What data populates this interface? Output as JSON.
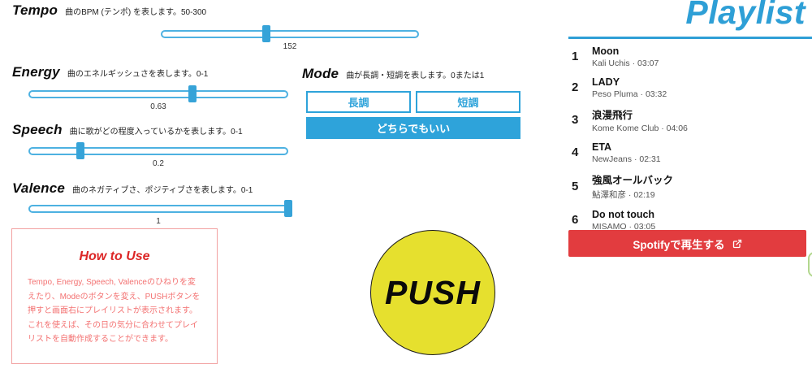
{
  "colors": {
    "accent_blue": "#2ea3da",
    "playlist_blue": "#2e9fd6",
    "spotify_red": "#e23c3f",
    "push_yellow": "#e6e02e",
    "howto_red": "#dc2626"
  },
  "sliders": [
    {
      "name": "Tempo",
      "description": "曲のBPM (テンポ) を表します。50-300",
      "value": "152",
      "min": 50,
      "max": 300
    },
    {
      "name": "Energy",
      "description": "曲のエネルギッシュさを表します。0-1",
      "value": "0.63",
      "min": 0,
      "max": 1
    },
    {
      "name": "Speech",
      "description": "曲に歌がどの程度入っているかを表します。0-1",
      "value": "0.2",
      "min": 0,
      "max": 1
    },
    {
      "name": "Valence",
      "description": "曲のネガティブさ、ポジティブさを表します。0-1",
      "value": "1",
      "min": 0,
      "max": 1
    }
  ],
  "mode": {
    "name": "Mode",
    "description": "曲が長調・短調を表します。0または1",
    "major_label": "長調",
    "minor_label": "短調",
    "either_label": "どちらでもいい"
  },
  "how_to_use": {
    "title": "How to Use",
    "body": "Tempo, Energy, Speech, Valenceのひねりを変えたり、Modeのボタンを変え、PUSHボタンを押すと画面右にプレイリストが表示されます。これを使えば、その日の気分に合わせてプレイリストを自動作成することができます。"
  },
  "push_button": {
    "label": "PUSH"
  },
  "playlist": {
    "title": "Playlist",
    "tracks": [
      {
        "num": "1",
        "title": "Moon",
        "artist_time": "Kali Uchis · 03:07"
      },
      {
        "num": "2",
        "title": "LADY",
        "artist_time": "Peso Pluma · 03:32"
      },
      {
        "num": "3",
        "title": "浪漫飛行",
        "artist_time": "Kome Kome Club · 04:06"
      },
      {
        "num": "4",
        "title": "ETA",
        "artist_time": "NewJeans · 02:31"
      },
      {
        "num": "5",
        "title": "強風オールバック",
        "artist_time": "鮎澤和彦 · 02:19"
      },
      {
        "num": "6",
        "title": "Do not touch",
        "artist_time": "MISAMO · 03:05"
      }
    ],
    "spotify_button_label": "Spotifyで再生する"
  }
}
